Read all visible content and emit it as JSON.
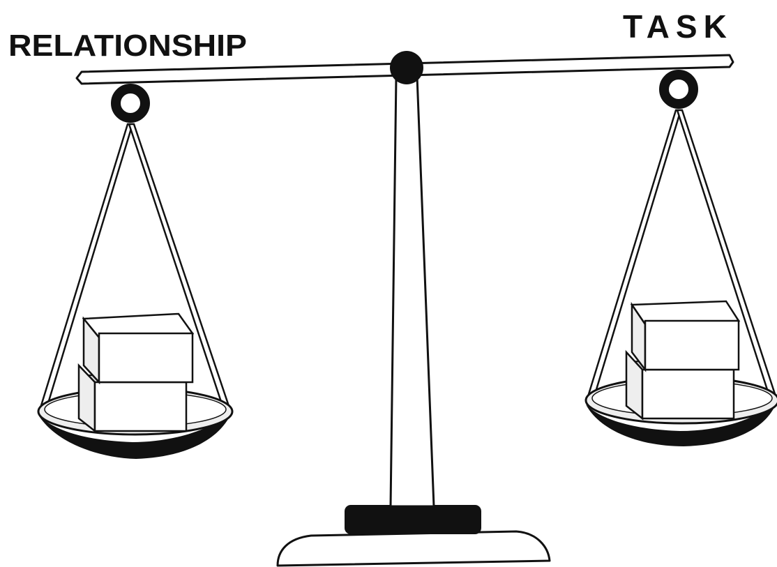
{
  "labels": {
    "left": "RELATIONSHIP",
    "right": "TASK"
  },
  "colors": {
    "ink": "#111111",
    "paper": "#ffffff",
    "dish_shade": "#eeeeee"
  },
  "pans": {
    "left": {
      "label": "RELATIONSHIP",
      "box_count": 2
    },
    "right": {
      "label": "TASK",
      "box_count": 2
    }
  }
}
